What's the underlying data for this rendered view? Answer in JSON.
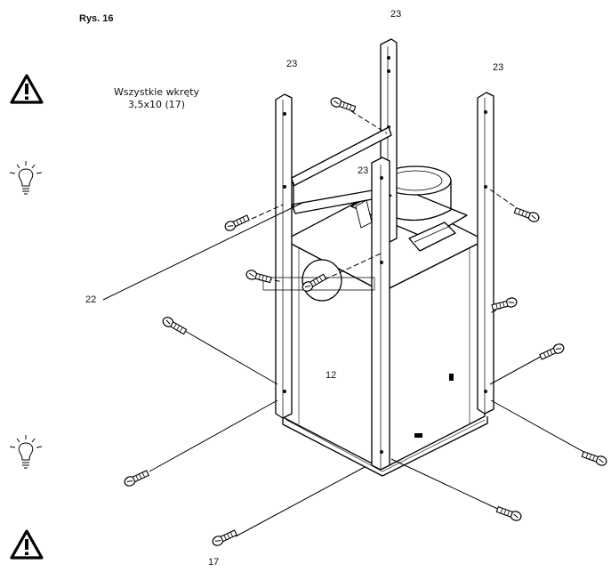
{
  "figure": {
    "label": "Rys. 16"
  },
  "note": {
    "line1": "Wszystkie wkręty",
    "line2": "3,5x10 (17)"
  },
  "callouts": {
    "post_back": "23",
    "post_left": "23",
    "post_right": "23",
    "post_front": "23",
    "bracket": "22",
    "body": "12",
    "screw": "17"
  },
  "icons": {
    "warning_top": "warning-triangle-icon",
    "tip_top": "lightbulb-icon",
    "tip_bottom": "lightbulb-icon",
    "warning_bottom": "warning-triangle-icon"
  }
}
